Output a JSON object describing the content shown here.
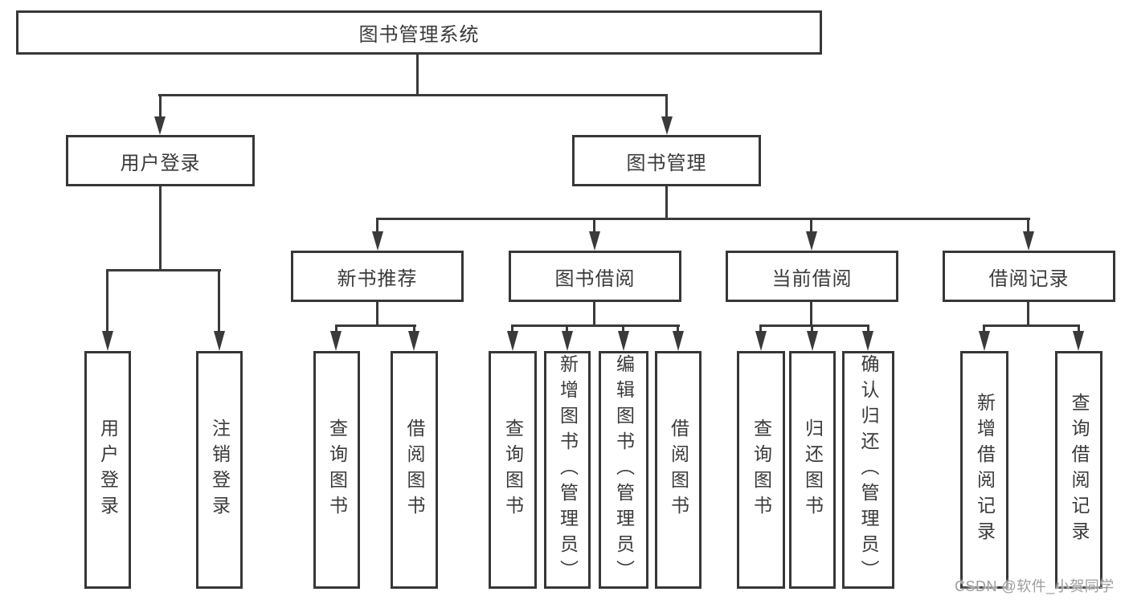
{
  "tree": {
    "label": "图书管理系统",
    "children": [
      {
        "label": "用户登录",
        "children": [
          {
            "label": "用户登录"
          },
          {
            "label": "注销登录"
          }
        ]
      },
      {
        "label": "图书管理",
        "children": [
          {
            "label": "新书推荐",
            "children": [
              {
                "label": "查询图书"
              },
              {
                "label": "借阅图书"
              }
            ]
          },
          {
            "label": "图书借阅",
            "children": [
              {
                "label": "查询图书"
              },
              {
                "label": "新增图书（管理员）"
              },
              {
                "label": "编辑图书（管理员）"
              },
              {
                "label": "借阅图书"
              }
            ]
          },
          {
            "label": "当前借阅",
            "children": [
              {
                "label": "查询图书"
              },
              {
                "label": "归还图书"
              },
              {
                "label": "确认归还（管理员）"
              }
            ]
          },
          {
            "label": "借阅记录",
            "children": [
              {
                "label": "新增借阅记录"
              },
              {
                "label": "查询借阅记录"
              }
            ]
          }
        ]
      }
    ]
  },
  "watermark": {
    "text": "CSDN @软件_小贺同学"
  },
  "colors": {
    "background": "#ffffff",
    "line": "#3a3a3a",
    "box_border": "#373737",
    "text": "#3a3a3a",
    "watermark": "#9d9d9d"
  }
}
